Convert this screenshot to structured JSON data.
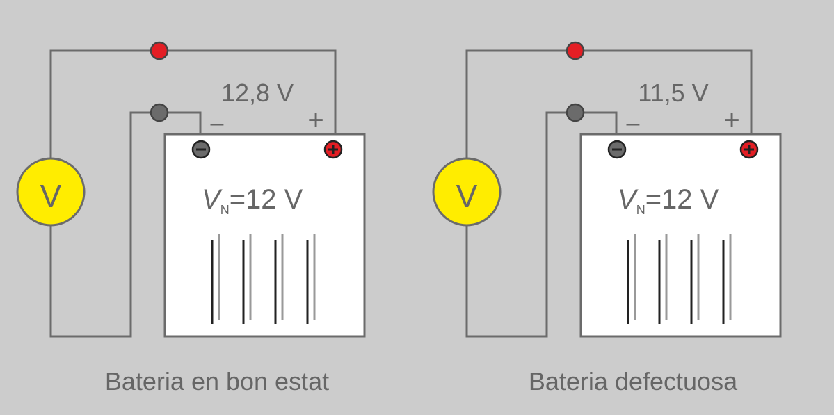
{
  "colors": {
    "background": "#cccccc",
    "wire": "#6b6b6b",
    "red": "#e31e24",
    "yellow": "#ffed00",
    "text": "#666666"
  },
  "circuits": [
    {
      "measured_voltage": "12,8 V",
      "minus": "–",
      "plus": "+",
      "voltmeter": "V",
      "nominal_symbol": "V",
      "nominal_subscript": "N",
      "nominal_value": "=12 V",
      "caption": "Bateria en bon estat"
    },
    {
      "measured_voltage": "11,5 V",
      "minus": "–",
      "plus": "+",
      "voltmeter": "V",
      "nominal_symbol": "V",
      "nominal_subscript": "N",
      "nominal_value": "=12 V",
      "caption": "Bateria defectuosa"
    }
  ]
}
